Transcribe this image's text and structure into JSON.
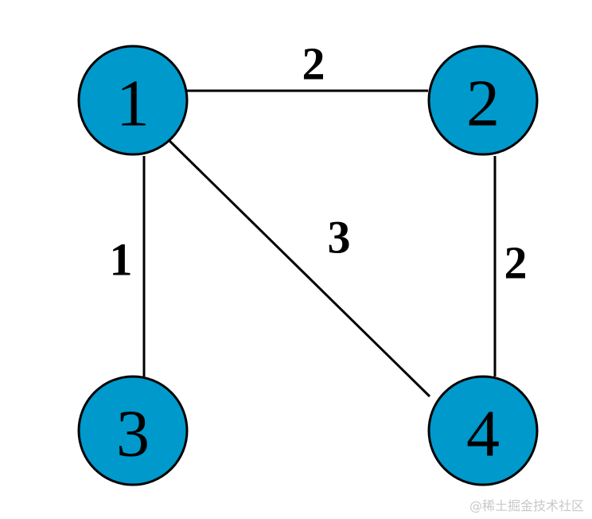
{
  "graph": {
    "node_color": "#0099CC",
    "nodes": [
      {
        "id": "1",
        "label": "1"
      },
      {
        "id": "2",
        "label": "2"
      },
      {
        "id": "3",
        "label": "3"
      },
      {
        "id": "4",
        "label": "4"
      }
    ],
    "edges": [
      {
        "from": "1",
        "to": "2",
        "weight": "2"
      },
      {
        "from": "1",
        "to": "3",
        "weight": "1"
      },
      {
        "from": "1",
        "to": "4",
        "weight": "3"
      },
      {
        "from": "2",
        "to": "4",
        "weight": "2"
      }
    ]
  },
  "watermark": "@稀土掘金技术社区"
}
